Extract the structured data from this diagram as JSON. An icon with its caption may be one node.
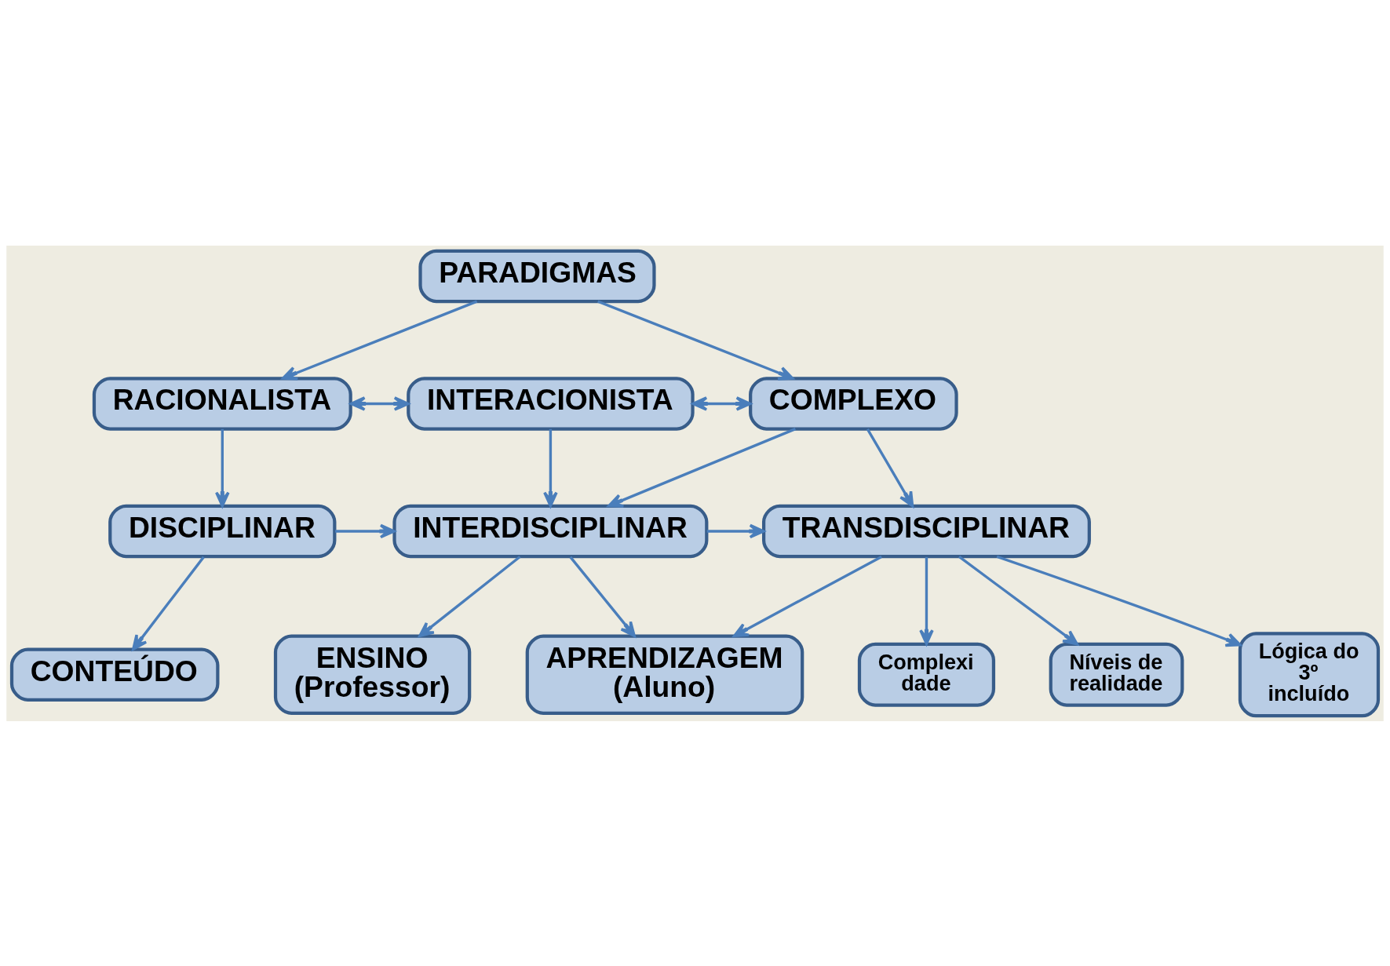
{
  "diagram": {
    "nodes": [
      {
        "text": [
          "PARADIGMAS"
        ]
      },
      {
        "text": [
          "RACIONALISTA"
        ]
      },
      {
        "text": [
          "INTERACIONISTA"
        ]
      },
      {
        "text": [
          "COMPLEXO"
        ]
      },
      {
        "text": [
          "DISCIPLINAR"
        ]
      },
      {
        "text": [
          "INTERDISCIPLINAR"
        ]
      },
      {
        "text": [
          "TRANSDISCIPLINAR"
        ]
      },
      {
        "text": [
          "Complexi dade"
        ]
      },
      {
        "text": [
          "Níveis de realidade"
        ]
      },
      {
        "text": [
          "Lógica do 3º incluído"
        ]
      },
      {
        "text": [
          "CONTEÚDO"
        ]
      },
      {
        "text": [
          "ENSINO (Professor)"
        ]
      },
      {
        "text": [
          "APRENDIZAGEM (Aluno)"
        ]
      }
    ],
    "edges": [
      {
        "from": 0,
        "to": 1,
        "arrow": "to"
      },
      {
        "from": 0,
        "to": 3,
        "arrow": "to"
      },
      {
        "from": 1,
        "to": 2,
        "arrow": "both"
      },
      {
        "from": 2,
        "to": 3,
        "arrow": "both"
      },
      {
        "from": 1,
        "to": 4,
        "arrow": "to"
      },
      {
        "from": 2,
        "to": 5,
        "arrow": "to"
      },
      {
        "from": 3,
        "to": 5,
        "arrow": "to"
      },
      {
        "from": 3,
        "to": 6,
        "arrow": "to"
      },
      {
        "from": 4,
        "to": 5,
        "arrow": "to"
      },
      {
        "from": 5,
        "to": 6,
        "arrow": "to"
      },
      {
        "from": 6,
        "to": 7,
        "arrow": "to"
      },
      {
        "from": 6,
        "to": 8,
        "arrow": "to"
      },
      {
        "from": 6,
        "to": 9,
        "arrow": "to"
      },
      {
        "from": 6,
        "to": 12,
        "arrow": "to"
      },
      {
        "from": 4,
        "to": 10,
        "arrow": "to"
      },
      {
        "from": 5,
        "to": 11,
        "arrow": "to"
      },
      {
        "from": 5,
        "to": 12,
        "arrow": "to"
      }
    ]
  }
}
